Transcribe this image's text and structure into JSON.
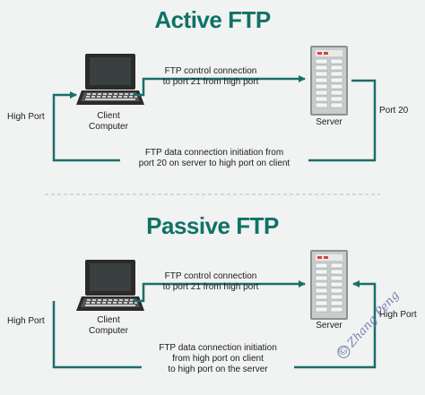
{
  "active": {
    "title": "Active FTP",
    "client_label": "Client\nComputer",
    "server_label": "Server",
    "client_port": "High Port",
    "server_port": "Port 20",
    "control_connection": "FTP control connection\nto port 21 from high port",
    "data_connection": "FTP data connection initiation from\nport 20 on server to high port on client"
  },
  "passive": {
    "title": "Passive FTP",
    "client_label": "Client\nComputer",
    "server_label": "Server",
    "client_port": "High Port",
    "server_port": "High Port",
    "control_connection": "FTP control connection\nto port 21 from high port",
    "data_connection": "FTP data connection initiation\nfrom high port on client\nto high port on the server"
  },
  "watermark": "Zhang Peng",
  "colors": {
    "accent": "#0f7267",
    "arrow": "#1a6e6b",
    "background": "#f1f2f2"
  }
}
